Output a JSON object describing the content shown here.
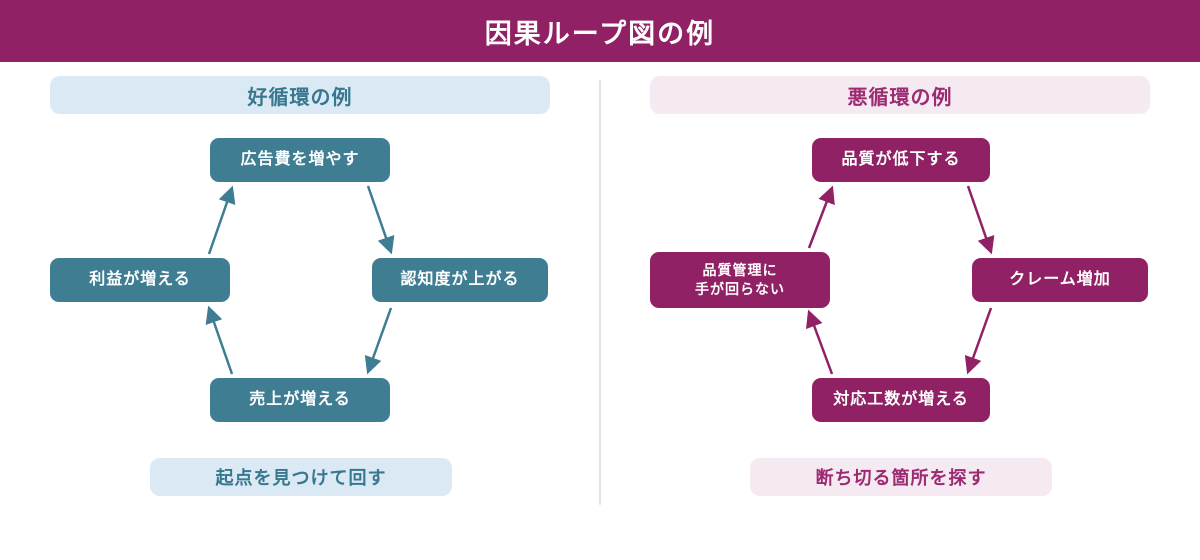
{
  "header": {
    "title": "因果ループ図の例"
  },
  "theme": {
    "magenta": "#8F2164",
    "teal": "#3E7D92",
    "tealText": "#37778F",
    "magentaText": "#9C2B72",
    "blueLight": "#DBE9F4",
    "pinkLight": "#F5E9F2",
    "divider": "#DFE3E8"
  },
  "left_panel": {
    "heading": "好循環の例",
    "nodes": {
      "top": "広告費を増やす",
      "right": "認知度が上がる",
      "bottom": "売上が増える",
      "left": "利益が増える"
    },
    "cycle_order": [
      "広告費を増やす",
      "認知度が上がる",
      "売上が増える",
      "利益が増える"
    ],
    "footer": "起点を見つけて回す"
  },
  "right_panel": {
    "heading": "悪循環の例",
    "nodes": {
      "top": "品質が低下する",
      "right": "クレーム増加",
      "bottom": "対応工数が増える",
      "left": "品質管理に\n手が回らない"
    },
    "cycle_order": [
      "品質が低下する",
      "クレーム増加",
      "対応工数が増える",
      "品質管理に手が回らない"
    ],
    "footer": "断ち切る箇所を探す"
  }
}
